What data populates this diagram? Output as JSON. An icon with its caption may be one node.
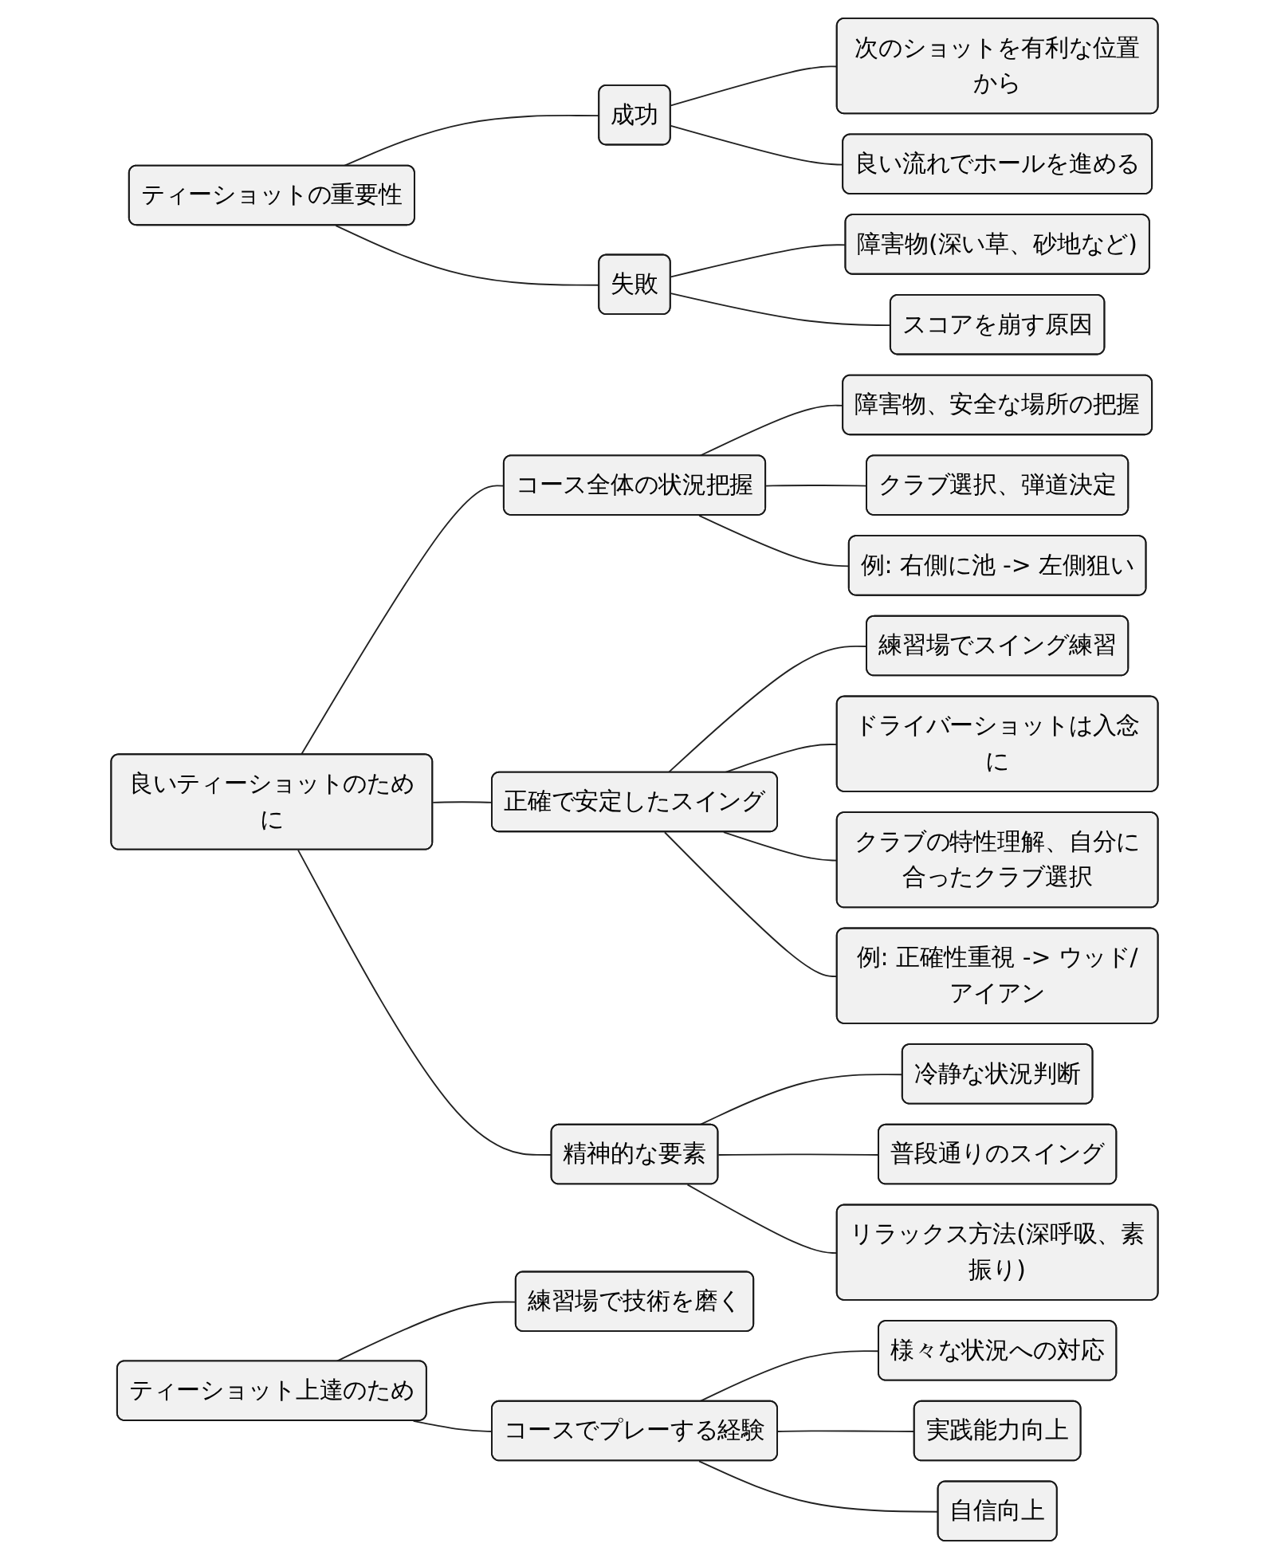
{
  "diagram": {
    "nodes": [
      {
        "text": [
          "ティーショットの重要性"
        ]
      },
      {
        "text": [
          "成功"
        ]
      },
      {
        "text": [
          "次のショットを有利な位置から"
        ]
      },
      {
        "text": [
          "良い流れでホールを進める"
        ]
      },
      {
        "text": [
          "失敗"
        ]
      },
      {
        "text": [
          "障害物(深い草、砂地など)"
        ]
      },
      {
        "text": [
          "スコアを崩す原因"
        ]
      },
      {
        "text": [
          "良いティーショットのために"
        ]
      },
      {
        "text": [
          "コース全体の状況把握"
        ]
      },
      {
        "text": [
          "障害物、安全な場所の把握"
        ]
      },
      {
        "text": [
          "クラブ選択、弾道決定"
        ]
      },
      {
        "text": [
          "例: 右側に池 -> 左側狙い"
        ]
      },
      {
        "text": [
          "正確で安定したスイング"
        ]
      },
      {
        "text": [
          "練習場でスイング練習"
        ]
      },
      {
        "text": [
          "ドライバーショットは入念に"
        ]
      },
      {
        "text": [
          "クラブの特性理解、自分に合ったクラブ選択"
        ]
      },
      {
        "text": [
          "例: 正確性重視 -> ウッド/アイアン"
        ]
      },
      {
        "text": [
          "精神的な要素"
        ]
      },
      {
        "text": [
          "冷静な状況判断"
        ]
      },
      {
        "text": [
          "普段通りのスイング"
        ]
      },
      {
        "text": [
          "リラックス方法(深呼吸、素振り)"
        ]
      },
      {
        "text": [
          "ティーショット上達のため"
        ]
      },
      {
        "text": [
          "練習場で技術を磨く"
        ]
      },
      {
        "text": [
          "コースでプレーする経験"
        ]
      },
      {
        "text": [
          "様々な状況への対応"
        ]
      },
      {
        "text": [
          "実践能力向上"
        ]
      },
      {
        "text": [
          "自信向上"
        ]
      }
    ],
    "edges": [
      {
        "from": 0,
        "to": 1,
        "arrow": "none"
      },
      {
        "from": 1,
        "to": 2,
        "arrow": "none"
      },
      {
        "from": 1,
        "to": 3,
        "arrow": "none"
      },
      {
        "from": 0,
        "to": 4,
        "arrow": "none"
      },
      {
        "from": 4,
        "to": 5,
        "arrow": "none"
      },
      {
        "from": 4,
        "to": 6,
        "arrow": "none"
      },
      {
        "from": 7,
        "to": 8,
        "arrow": "none"
      },
      {
        "from": 8,
        "to": 9,
        "arrow": "none"
      },
      {
        "from": 8,
        "to": 10,
        "arrow": "none"
      },
      {
        "from": 8,
        "to": 11,
        "arrow": "none"
      },
      {
        "from": 7,
        "to": 12,
        "arrow": "none"
      },
      {
        "from": 12,
        "to": 13,
        "arrow": "none"
      },
      {
        "from": 12,
        "to": 14,
        "arrow": "none"
      },
      {
        "from": 12,
        "to": 15,
        "arrow": "none"
      },
      {
        "from": 12,
        "to": 16,
        "arrow": "none"
      },
      {
        "from": 7,
        "to": 17,
        "arrow": "none"
      },
      {
        "from": 17,
        "to": 18,
        "arrow": "none"
      },
      {
        "from": 17,
        "to": 19,
        "arrow": "none"
      },
      {
        "from": 17,
        "to": 20,
        "arrow": "none"
      },
      {
        "from": 21,
        "to": 22,
        "arrow": "none"
      },
      {
        "from": 21,
        "to": 23,
        "arrow": "none"
      },
      {
        "from": 23,
        "to": 24,
        "arrow": "none"
      },
      {
        "from": 23,
        "to": 25,
        "arrow": "none"
      },
      {
        "from": 23,
        "to": 26,
        "arrow": "none"
      }
    ]
  }
}
